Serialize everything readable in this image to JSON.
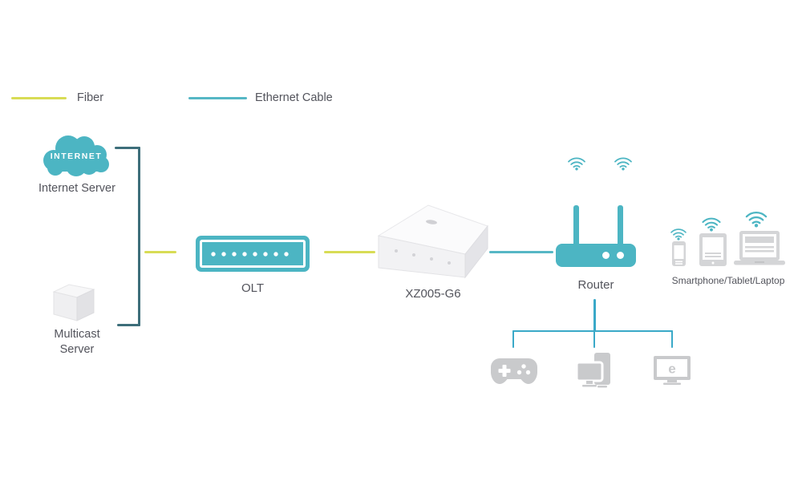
{
  "legend": {
    "fiber_label": "Fiber",
    "ethernet_label": "Ethernet Cable"
  },
  "colors": {
    "teal": "#4cb5c3",
    "bracket_dark_teal": "#3d6e7a",
    "fiber_yellow": "#d8dc55",
    "ethernet_teal": "#56b7c5",
    "branch_blue": "#3aa9c8",
    "device_gray": "#c9cacc",
    "client_gray": "#d4d5d7",
    "text": "#53545c"
  },
  "nodes": {
    "internet": {
      "badge": "INTERNET",
      "label": "Internet Server"
    },
    "multicast": {
      "label": "Multicast\nServer"
    },
    "olt": {
      "label": "OLT"
    },
    "ont": {
      "label": "XZ005-G6"
    },
    "router": {
      "label": "Router"
    },
    "wireless_clients": {
      "label": "Smartphone/Tablet/Laptop"
    },
    "iptv": {
      "glyph": "e"
    }
  }
}
